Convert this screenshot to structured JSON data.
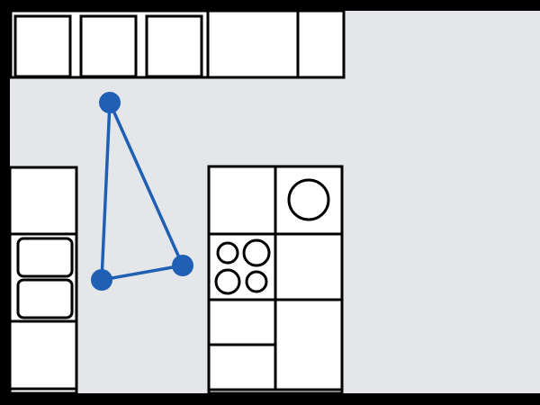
{
  "colors": {
    "floor": "#e5e6e9",
    "wall": "#000000",
    "fixture": "#ffffff",
    "triangle": "#1f5fb4"
  },
  "work_triangle": {
    "vertices": [
      "refrigerator",
      "cooktop",
      "sink"
    ]
  }
}
